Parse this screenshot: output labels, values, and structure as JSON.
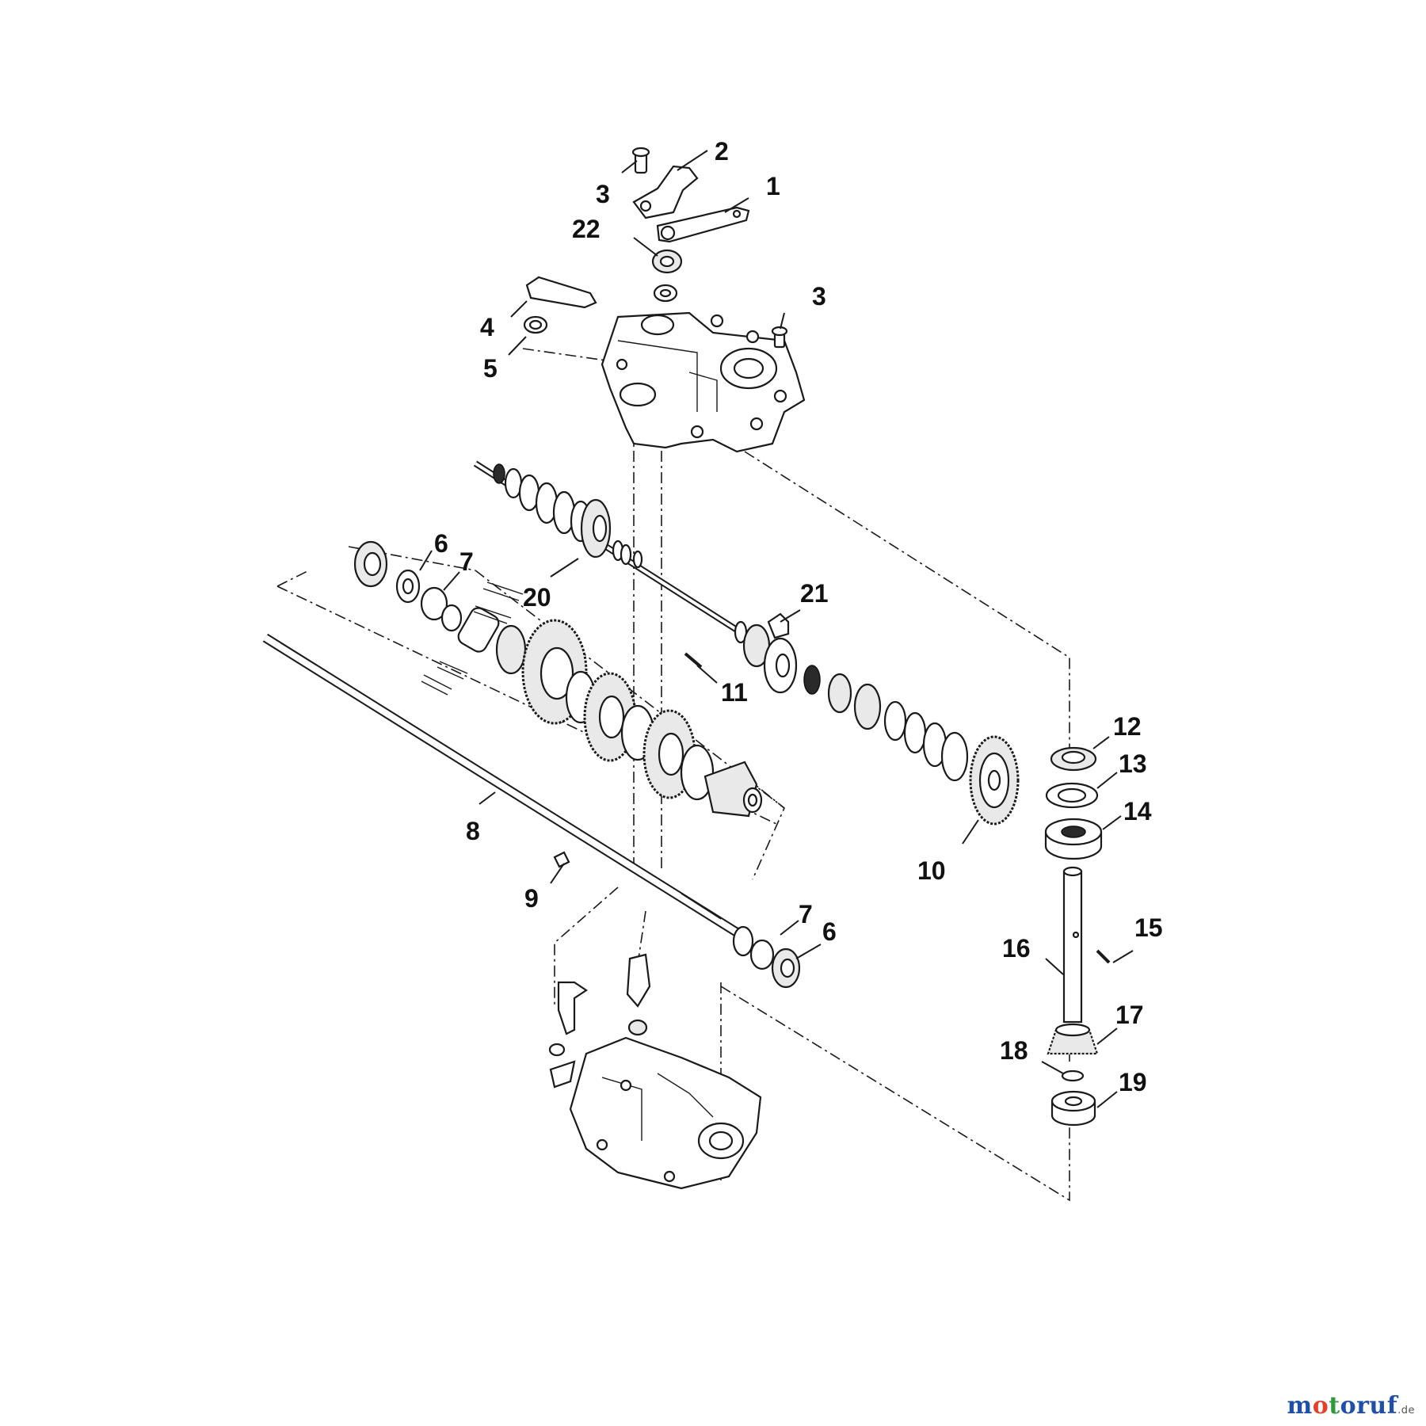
{
  "diagram": {
    "callouts": [
      {
        "id": "c1",
        "label": "1"
      },
      {
        "id": "c2",
        "label": "2"
      },
      {
        "id": "c3a",
        "label": "3"
      },
      {
        "id": "c3b",
        "label": "3"
      },
      {
        "id": "c4",
        "label": "4"
      },
      {
        "id": "c5",
        "label": "5"
      },
      {
        "id": "c6a",
        "label": "6"
      },
      {
        "id": "c6b",
        "label": "6"
      },
      {
        "id": "c7a",
        "label": "7"
      },
      {
        "id": "c7b",
        "label": "7"
      },
      {
        "id": "c8",
        "label": "8"
      },
      {
        "id": "c9",
        "label": "9"
      },
      {
        "id": "c10",
        "label": "10"
      },
      {
        "id": "c11",
        "label": "11"
      },
      {
        "id": "c12",
        "label": "12"
      },
      {
        "id": "c13",
        "label": "13"
      },
      {
        "id": "c14",
        "label": "14"
      },
      {
        "id": "c15",
        "label": "15"
      },
      {
        "id": "c16",
        "label": "16"
      },
      {
        "id": "c17",
        "label": "17"
      },
      {
        "id": "c18",
        "label": "18"
      },
      {
        "id": "c19",
        "label": "19"
      },
      {
        "id": "c20",
        "label": "20"
      },
      {
        "id": "c21",
        "label": "21"
      },
      {
        "id": "c22",
        "label": "22"
      }
    ]
  },
  "watermark": {
    "m": "m",
    "o": "o",
    "t": "t",
    "rest": "oruf",
    "tld": ".de"
  }
}
